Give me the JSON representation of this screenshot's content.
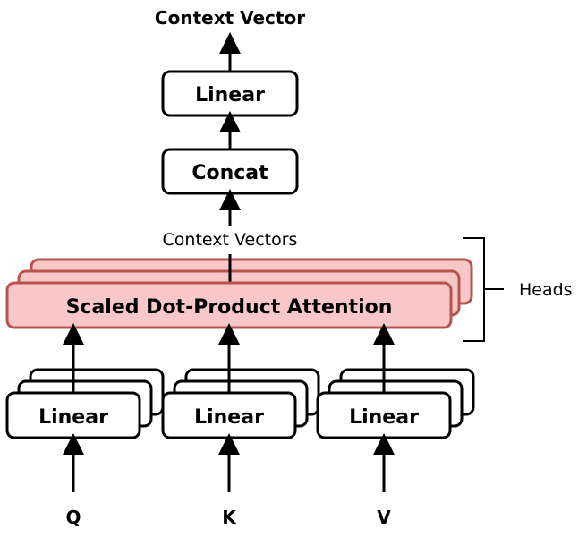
{
  "diagram": {
    "output_label": "Context Vector",
    "linear_top_label": "Linear",
    "concat_label": "Concat",
    "context_vectors_label": "Context Vectors",
    "attention_label": "Scaled Dot-Product Attention",
    "heads_label": "Heads",
    "projections": [
      {
        "label": "Linear",
        "input": "Q"
      },
      {
        "label": "Linear",
        "input": "K"
      },
      {
        "label": "Linear",
        "input": "V"
      }
    ],
    "colors": {
      "attention_fill": "#f8c8c8",
      "attention_stroke": "#b85450"
    }
  }
}
